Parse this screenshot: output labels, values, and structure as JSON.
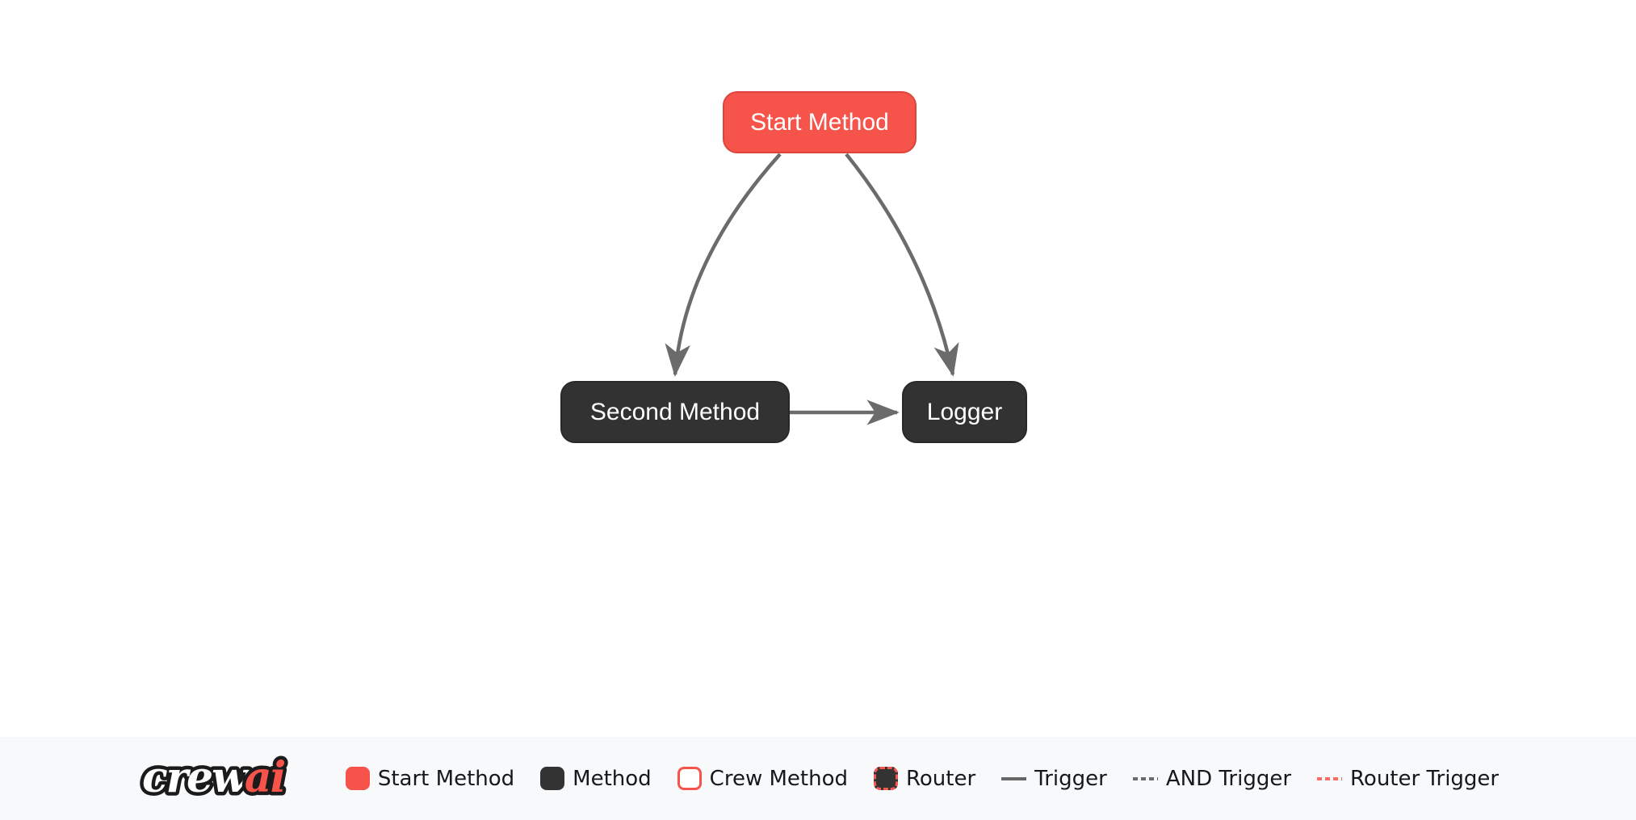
{
  "diagram": {
    "nodes": [
      {
        "id": "start",
        "label": "Start Method",
        "type": "start-method"
      },
      {
        "id": "second",
        "label": "Second Method",
        "type": "method"
      },
      {
        "id": "logger",
        "label": "Logger",
        "type": "method"
      }
    ],
    "edges": [
      {
        "from": "start",
        "to": "second",
        "type": "trigger"
      },
      {
        "from": "start",
        "to": "logger",
        "type": "trigger"
      },
      {
        "from": "second",
        "to": "logger",
        "type": "trigger"
      }
    ]
  },
  "legend": {
    "logo": {
      "part1": "crew",
      "part2": "ai"
    },
    "items": [
      {
        "label": "Start Method",
        "swatch": "start-method-swatch"
      },
      {
        "label": "Method",
        "swatch": "method-swatch"
      },
      {
        "label": "Crew Method",
        "swatch": "crew-method-swatch"
      },
      {
        "label": "Router",
        "swatch": "router-swatch"
      },
      {
        "label": "Trigger",
        "swatch": "trigger-line"
      },
      {
        "label": "AND Trigger",
        "swatch": "and-trigger-line"
      },
      {
        "label": "Router Trigger",
        "swatch": "router-trigger-line"
      }
    ]
  },
  "colors": {
    "brand_red": "#F6544B",
    "method_dark": "#333333",
    "edge_gray": "#666666",
    "router_trigger_red": "#FC6A60",
    "legend_bg": "#F8F9FA",
    "canvas_bg": "#FFFFFF",
    "node_text": "#FFFFFF"
  }
}
